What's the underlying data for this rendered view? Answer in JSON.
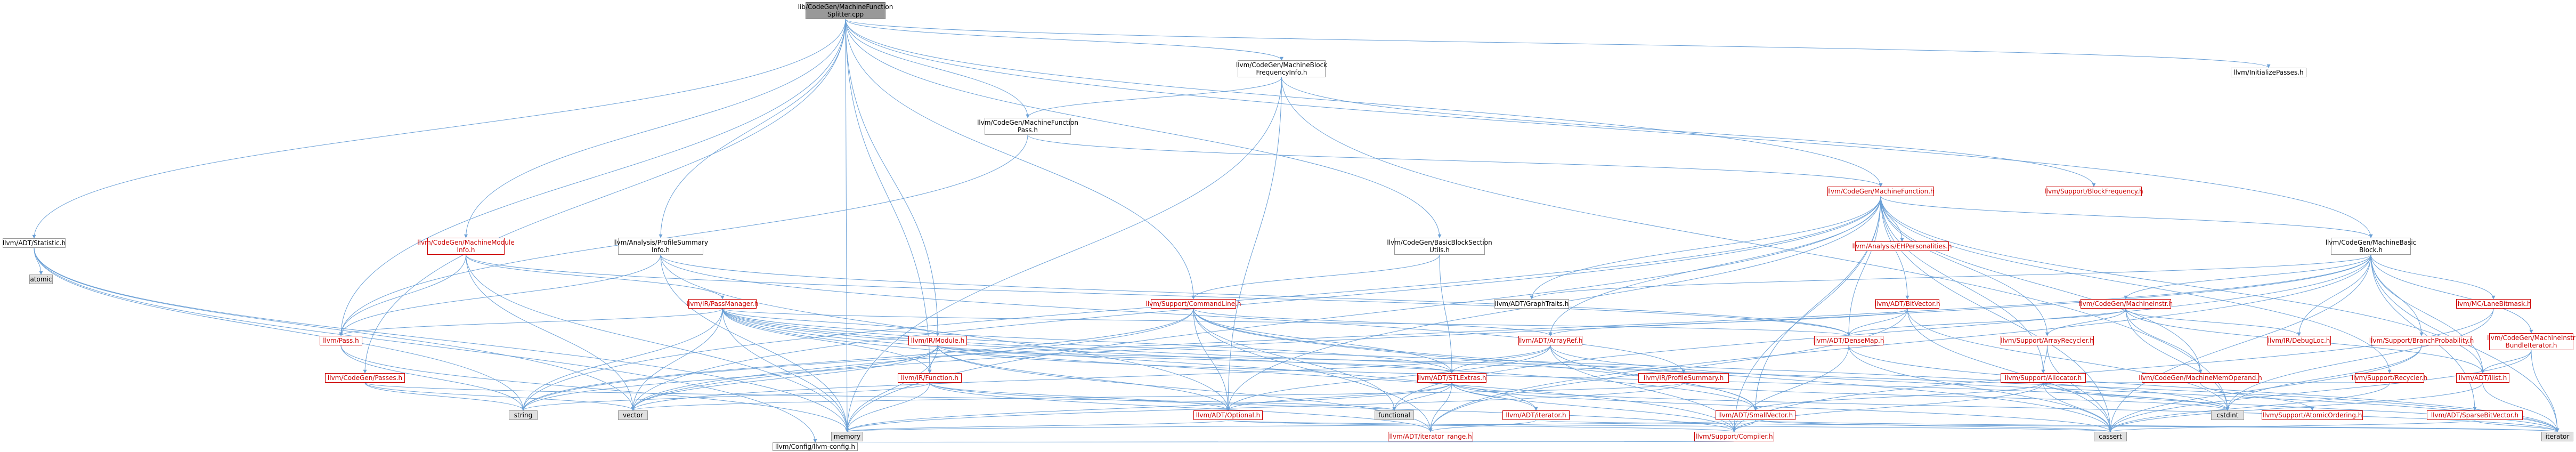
{
  "colors": {
    "edge": "#6ba0d6",
    "red_text": "#cc0000",
    "grey_fill": "#e0e0e0",
    "root_fill": "#999999"
  },
  "nodes": [
    {
      "id": "root",
      "label": "lib/CodeGen/MachineFunction\nSplitter.cpp",
      "style": "root"
    },
    {
      "id": "adt_statistic",
      "label": "llvm/ADT/Statistic.h",
      "style": "normal"
    },
    {
      "id": "atomic",
      "label": "atomic",
      "style": "grey"
    },
    {
      "id": "mbfi",
      "label": "llvm/CodeGen/MachineBlock\nFrequencyInfo.h",
      "style": "normal"
    },
    {
      "id": "init_passes",
      "label": "llvm/InitializePasses.h",
      "style": "normal"
    },
    {
      "id": "mfpass",
      "label": "llvm/CodeGen/MachineFunction\nPass.h",
      "style": "normal"
    },
    {
      "id": "block_freq",
      "label": "llvm/Support/BlockFrequency.h",
      "style": "red"
    },
    {
      "id": "mf",
      "label": "llvm/CodeGen/MachineFunction.h",
      "style": "red"
    },
    {
      "id": "mmi",
      "label": "llvm/CodeGen/MachineModule\nInfo.h",
      "style": "red"
    },
    {
      "id": "psi",
      "label": "llvm/Analysis/ProfileSummary\nInfo.h",
      "style": "normal"
    },
    {
      "id": "bbsection",
      "label": "llvm/CodeGen/BasicBlockSection\nUtils.h",
      "style": "normal"
    },
    {
      "id": "eh",
      "label": "llvm/Analysis/EHPersonalities.h",
      "style": "red"
    },
    {
      "id": "mbb",
      "label": "llvm/CodeGen/MachineBasic\nBlock.h",
      "style": "normal"
    },
    {
      "id": "passmanager",
      "label": "llvm/IR/PassManager.h",
      "style": "red"
    },
    {
      "id": "cmdline",
      "label": "llvm/Support/CommandLine.h",
      "style": "red"
    },
    {
      "id": "graphtraits",
      "label": "llvm/ADT/GraphTraits.h",
      "style": "normal"
    },
    {
      "id": "bitvector",
      "label": "llvm/ADT/BitVector.h",
      "style": "red"
    },
    {
      "id": "machineinstr",
      "label": "llvm/CodeGen/MachineInstr.h",
      "style": "red"
    },
    {
      "id": "lanebitmask",
      "label": "llvm/MC/LaneBitmask.h",
      "style": "red"
    },
    {
      "id": "branchprob",
      "label": "llvm/Support/BranchProbability.h",
      "style": "red"
    },
    {
      "id": "bundleiter",
      "label": "llvm/CodeGen/MachineInstr\nBundleIterator.h",
      "style": "red"
    },
    {
      "id": "pass",
      "label": "llvm/Pass.h",
      "style": "red"
    },
    {
      "id": "irmodule",
      "label": "llvm/IR/Module.h",
      "style": "red"
    },
    {
      "id": "arrayref",
      "label": "llvm/ADT/ArrayRef.h",
      "style": "red"
    },
    {
      "id": "densemap",
      "label": "llvm/ADT/DenseMap.h",
      "style": "red"
    },
    {
      "id": "arrayrecycler",
      "label": "llvm/Support/ArrayRecycler.h",
      "style": "red"
    },
    {
      "id": "debugloc",
      "label": "llvm/IR/DebugLoc.h",
      "style": "red"
    },
    {
      "id": "memoperand",
      "label": "llvm/CodeGen/MachineMemOperand.h",
      "style": "red"
    },
    {
      "id": "recycler",
      "label": "llvm/Support/Recycler.h",
      "style": "red"
    },
    {
      "id": "codegenpasses",
      "label": "llvm/CodeGen/Passes.h",
      "style": "red"
    },
    {
      "id": "irfunction",
      "label": "llvm/IR/Function.h",
      "style": "red"
    },
    {
      "id": "stlextras",
      "label": "llvm/ADT/STLExtras.h",
      "style": "red"
    },
    {
      "id": "profsummary",
      "label": "llvm/IR/ProfileSummary.h",
      "style": "red"
    },
    {
      "id": "allocator",
      "label": "llvm/Support/Allocator.h",
      "style": "red"
    },
    {
      "id": "atomicordering",
      "label": "llvm/Support/AtomicOrdering.h",
      "style": "red"
    },
    {
      "id": "ilist",
      "label": "llvm/ADT/ilist.h",
      "style": "red"
    },
    {
      "id": "string",
      "label": "string",
      "style": "grey"
    },
    {
      "id": "vector",
      "label": "vector",
      "style": "grey"
    },
    {
      "id": "functional",
      "label": "functional",
      "style": "grey"
    },
    {
      "id": "cstdint",
      "label": "cstdint",
      "style": "grey"
    },
    {
      "id": "adt_iterator",
      "label": "llvm/ADT/iterator.h",
      "style": "red"
    },
    {
      "id": "smallvector",
      "label": "llvm/ADT/SmallVector.h",
      "style": "red"
    },
    {
      "id": "sparsebitvector",
      "label": "llvm/ADT/SparseBitVector.h",
      "style": "red"
    },
    {
      "id": "optional",
      "label": "llvm/ADT/Optional.h",
      "style": "red"
    },
    {
      "id": "memory",
      "label": "memory",
      "style": "grey"
    },
    {
      "id": "iterator_range",
      "label": "llvm/ADT/iterator_range.h",
      "style": "red"
    },
    {
      "id": "compiler",
      "label": "llvm/Support/Compiler.h",
      "style": "red"
    },
    {
      "id": "cassert",
      "label": "cassert",
      "style": "grey"
    },
    {
      "id": "iterator",
      "label": "iterator",
      "style": "grey"
    },
    {
      "id": "llvm_config",
      "label": "llvm/Config/llvm-config.h",
      "style": "normal"
    }
  ]
}
